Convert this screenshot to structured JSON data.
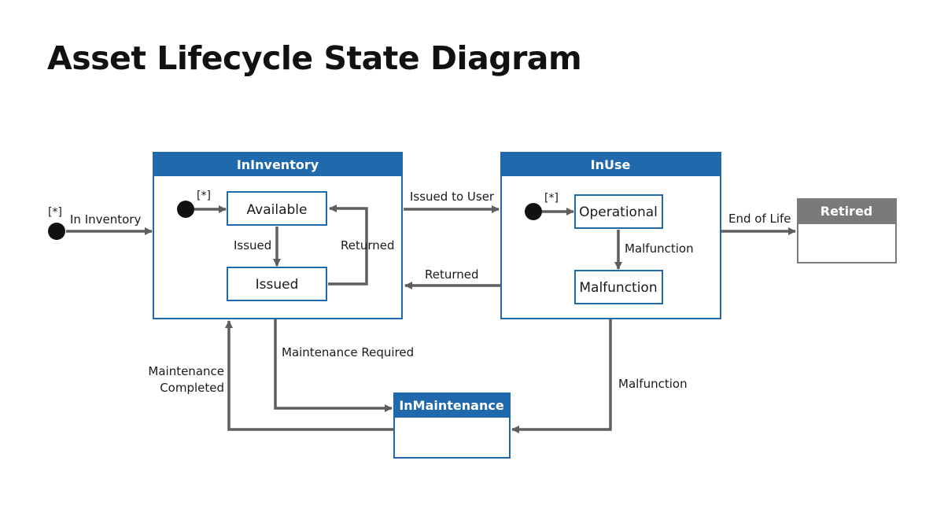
{
  "title": "Asset Lifecycle State Diagram",
  "colors": {
    "composite_header": "#2169ad",
    "composite_border": "#2169ad",
    "retired_header": "#7a7a7a",
    "retired_border": "#7a7a7a",
    "arrow": "#5e5e5e",
    "initial_node": "#111111"
  },
  "composites": {
    "in_inventory": {
      "name": "InInventory",
      "initial_marker": "[*]",
      "states": {
        "available": "Available",
        "issued": "Issued"
      },
      "transitions": {
        "issued": "Issued",
        "returned": "Returned"
      }
    },
    "in_use": {
      "name": "InUse",
      "initial_marker": "[*]",
      "states": {
        "operational": "Operational",
        "malfunction": "Malfunction"
      },
      "transitions": {
        "malfunction": "Malfunction"
      }
    },
    "in_maintenance": {
      "name": "InMaintenance"
    },
    "retired": {
      "name": "Retired"
    }
  },
  "initial": {
    "marker": "[*]",
    "label": "In Inventory"
  },
  "transitions": {
    "issued_to_user": "Issued to User",
    "returned": "Returned",
    "end_of_life": "End of Life",
    "maintenance_required": "Maintenance Required",
    "maintenance_completed_line1": "Maintenance",
    "maintenance_completed_line2": "Completed",
    "malfunction": "Malfunction"
  }
}
